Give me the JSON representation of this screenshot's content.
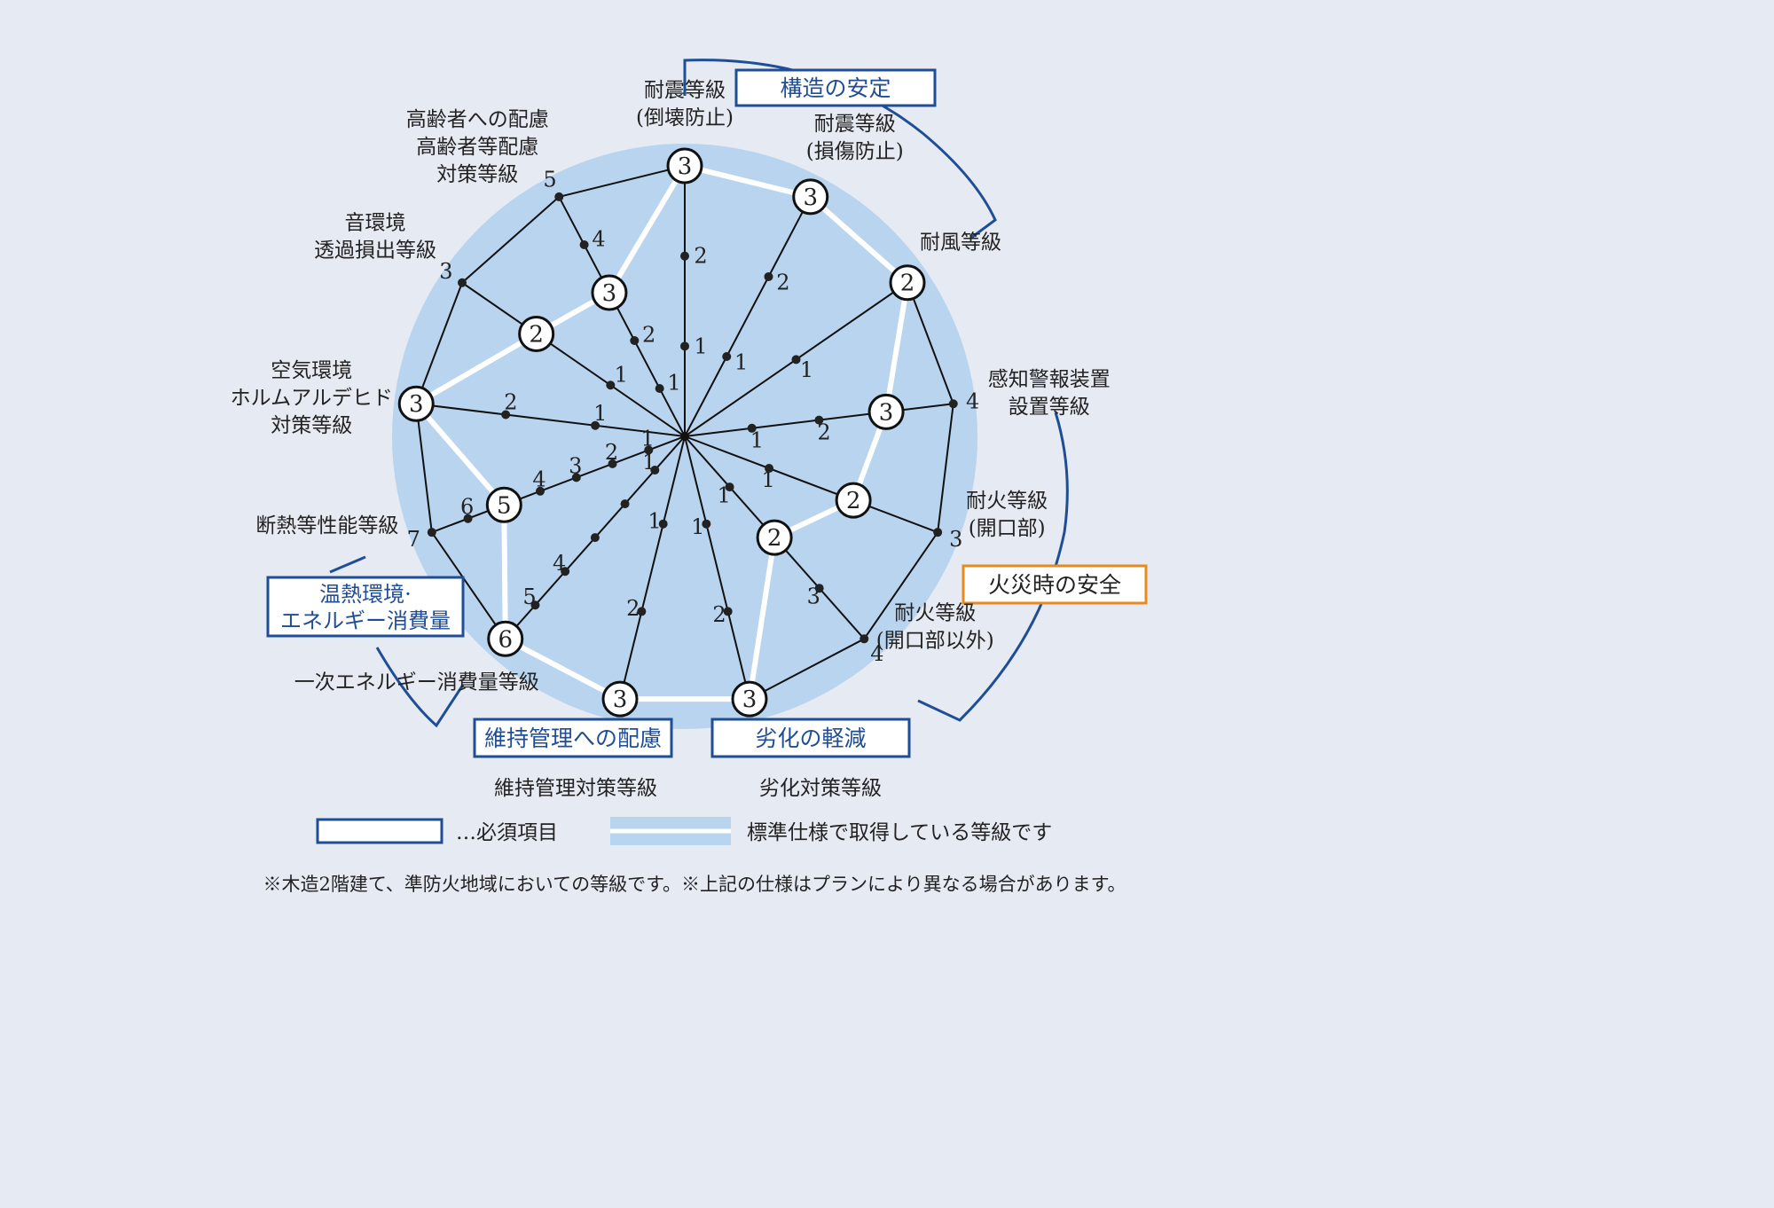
{
  "colors": {
    "background": "#e6eaf2",
    "disc": "#b9d4ee",
    "line": "#111111",
    "highlight": "#ffffff",
    "category_border": "#1f4e96",
    "category_text": "#1f4e96",
    "fire_border": "#e88a1e"
  },
  "categories": {
    "structure": "構造の安定",
    "fire": "火災時の安全",
    "degradation": "劣化の軽減",
    "maintenance": "維持管理への配慮",
    "thermal_line1": "温熱環境·",
    "thermal_line2": "エネルギー消費量"
  },
  "axes": [
    {
      "label_lines": [
        "耐震等級",
        "(倒壊防止)"
      ],
      "max": 3,
      "achieved": 3,
      "ticks": [
        "1",
        "2"
      ]
    },
    {
      "label_lines": [
        "耐震等級",
        "(損傷防止)"
      ],
      "max": 3,
      "achieved": 3,
      "ticks": [
        "1",
        "2"
      ]
    },
    {
      "label_lines": [
        "耐風等級"
      ],
      "max": 2,
      "achieved": 2,
      "ticks": [
        "1"
      ]
    },
    {
      "label_lines": [
        "感知警報装置",
        "設置等級"
      ],
      "max": 4,
      "achieved": 3,
      "ticks": [
        "1",
        "2"
      ],
      "max_label": "4"
    },
    {
      "label_lines": [
        "耐火等級",
        "(開口部)"
      ],
      "max": 3,
      "achieved": 2,
      "ticks": [
        "1"
      ],
      "max_label": "3"
    },
    {
      "label_lines": [
        "耐火等級",
        "(開口部以外)"
      ],
      "max": 4,
      "achieved": 2,
      "ticks": [
        "1"
      ],
      "ticks_above": [
        "3"
      ],
      "max_label": "4"
    },
    {
      "label_lines": [
        "劣化対策等級"
      ],
      "max": 3,
      "achieved": 3,
      "ticks": [
        "1",
        "2"
      ]
    },
    {
      "label_lines": [
        "維持管理対策等級"
      ],
      "max": 3,
      "achieved": 3,
      "ticks": [
        "1",
        "2"
      ]
    },
    {
      "label_lines": [
        "一次エネルギー消費量等級"
      ],
      "max": 6,
      "achieved": 6,
      "ticks": [
        "1",
        "4",
        "5"
      ]
    },
    {
      "label_lines": [
        "断熱等性能等級"
      ],
      "max": 7,
      "achieved": 5,
      "ticks": [
        "1",
        "2",
        "3",
        "4"
      ],
      "ticks_above": [
        "6"
      ],
      "max_label": "7"
    },
    {
      "label_lines": [
        "空気環境",
        "ホルムアルデヒド",
        "対策等級"
      ],
      "max": 3,
      "achieved": 3,
      "ticks": [
        "1",
        "2"
      ]
    },
    {
      "label_lines": [
        "音環境",
        "透過損出等級"
      ],
      "max": 3,
      "achieved": 2,
      "ticks": [
        "1"
      ],
      "max_label": "3"
    },
    {
      "label_lines": [
        "高齢者への配慮",
        "高齢者等配慮",
        "対策等級"
      ],
      "max": 5,
      "achieved": 3,
      "ticks": [
        "1",
        "2"
      ],
      "ticks_above": [
        "4"
      ],
      "max_label": "5"
    }
  ],
  "legend": {
    "required": "…必須項目",
    "standard": "標準仕様で取得している等級です"
  },
  "footnote": "※木造2階建て、準防火地域においての等級です。※上記の仕様はプランにより異なる場合があります。"
}
